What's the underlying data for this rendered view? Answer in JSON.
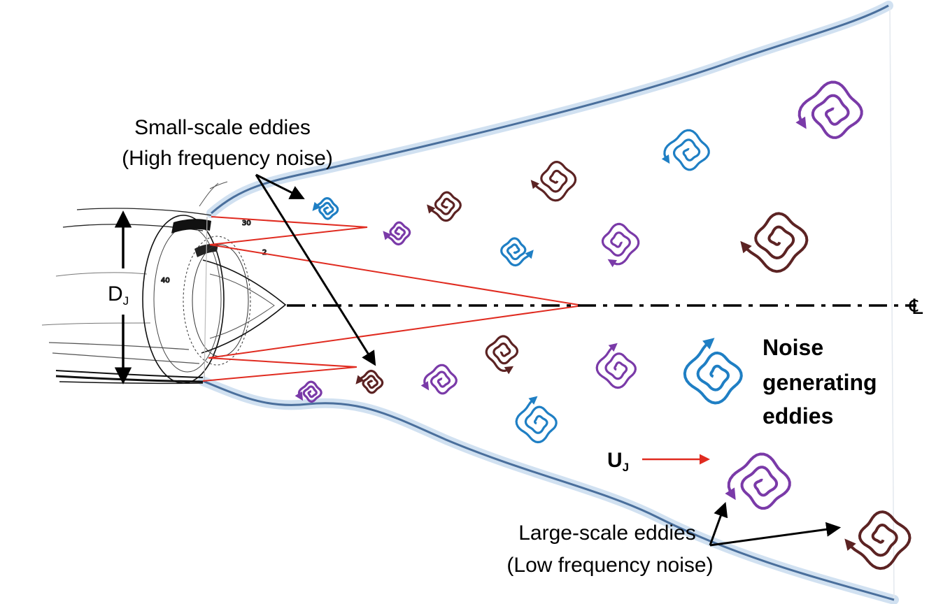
{
  "labels": {
    "small_scale_line1": "Small-scale eddies",
    "small_scale_line2": "(High frequency noise)",
    "large_scale_line1": "Large-scale eddies",
    "large_scale_line2": "(Low frequency noise)",
    "noise_line1": "Noise",
    "noise_line2": "generating",
    "noise_line3": "eddies",
    "diameter_symbol": "D",
    "diameter_subscript": "J",
    "velocity_symbol": "U",
    "velocity_subscript": "J",
    "centerline_symbol": "℄",
    "engine_mark_30": "30",
    "engine_mark_40": "40",
    "engine_mark_2": "2"
  },
  "colors": {
    "jet_boundary": "#4a6f9c",
    "jet_glow": "#bcd2ea",
    "shear_layer": "#e02b20",
    "eddy_purple": "#7a3aa8",
    "eddy_blue": "#1f7fc4",
    "eddy_brown": "#5c2323",
    "annotation": "#000000"
  },
  "icons": [
    "spiral-eddy-icon",
    "rotation-arrowhead-icon",
    "jet-engine-nacelle-drawing"
  ]
}
